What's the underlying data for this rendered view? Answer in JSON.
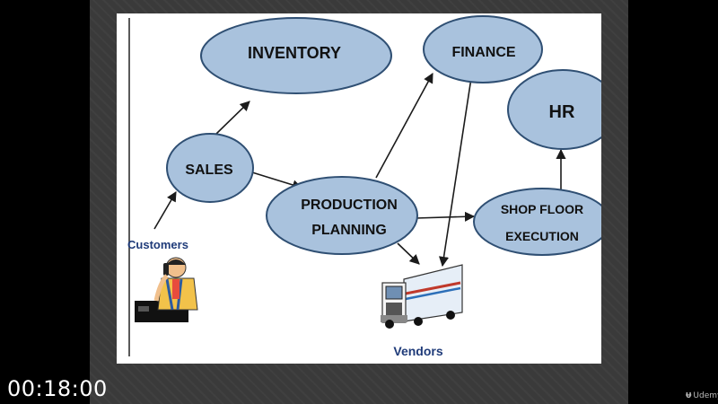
{
  "video": {
    "timestamp": "00:18:00",
    "brand_label": "Udemy",
    "brand_icon": "udemy-logo-icon"
  },
  "diagram": {
    "nodes": {
      "inventory": "INVENTORY",
      "finance": "FINANCE",
      "hr": "HR",
      "sales": "SALES",
      "production_line1": "PRODUCTION",
      "production_line2": "PLANNING",
      "shop_floor_line1": "SHOP FLOOR",
      "shop_floor_line2": "EXECUTION"
    },
    "labels": {
      "customers": "Customers",
      "vendors": "Vendors"
    },
    "colors": {
      "node_fill": "#a9c2dd",
      "node_stroke": "#2f4f73",
      "customers_text": "#1f3b79",
      "vendors_text": "#1f3b79"
    }
  }
}
